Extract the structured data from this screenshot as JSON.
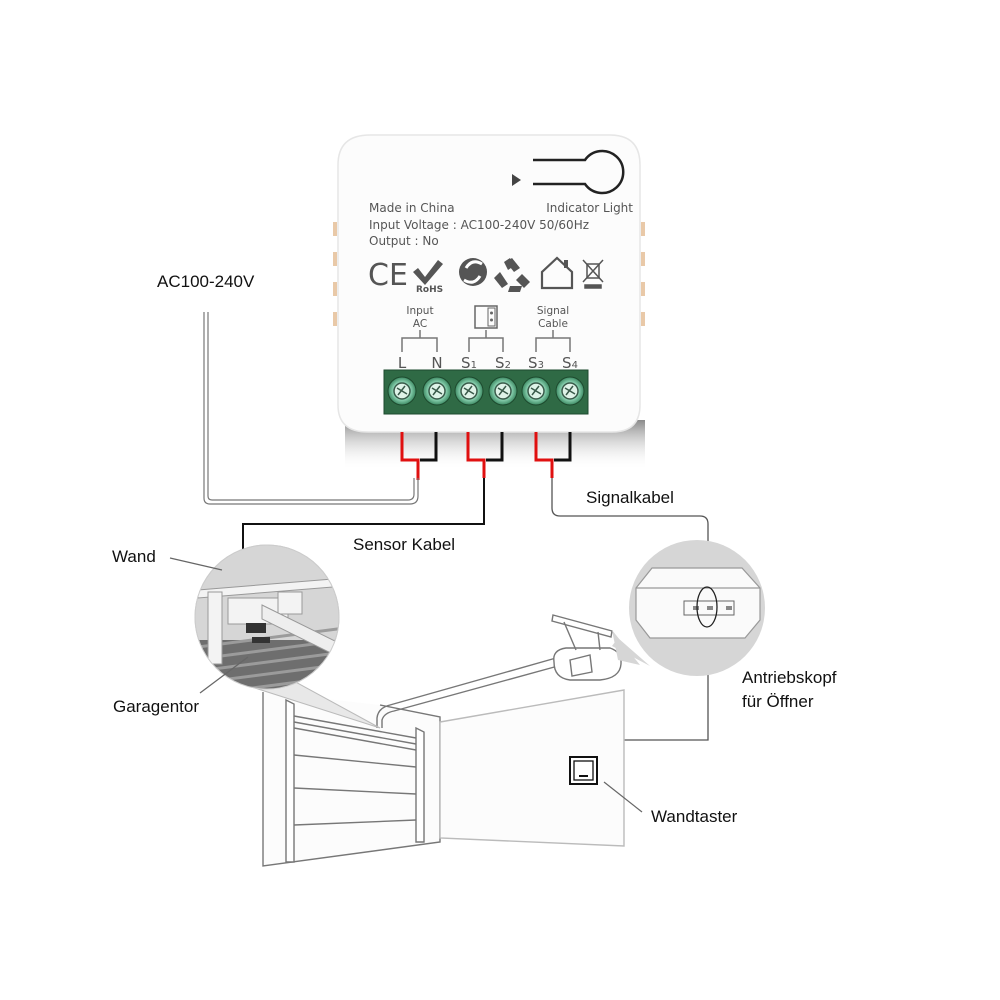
{
  "labels": {
    "ac_input": "AC100-240V",
    "sensor_cable": "Sensor Kabel",
    "signal_cable": "Signalkabel",
    "wall": "Wand",
    "garage_door": "Garagentor",
    "opener_head_line1": "Antriebskopf",
    "opener_head_line2": "für Öffner",
    "wall_switch": "Wandtaster"
  },
  "device": {
    "indicator_label": "Indicator Light",
    "made_in": "Made in China",
    "input_voltage": "Input Voltage : AC100-240V 50/60Hz",
    "output": "Output :  No",
    "certifications": [
      "CE",
      "RoHS",
      "green-dot-icon",
      "recycle-icon",
      "home-icon",
      "weee-bin-icon"
    ],
    "rohs_text": "RoHS",
    "ce_text": "CE",
    "groups": [
      {
        "line1": "Input",
        "line2": "AC"
      },
      {
        "line1": "",
        "line2": ""
      },
      {
        "line1": "Signal",
        "line2": "Cable"
      }
    ],
    "terminals": [
      {
        "main": "L",
        "sub": ""
      },
      {
        "main": "N",
        "sub": ""
      },
      {
        "main": "S",
        "sub": "1"
      },
      {
        "main": "S",
        "sub": "2"
      },
      {
        "main": "S",
        "sub": "3"
      },
      {
        "main": "S",
        "sub": "4"
      }
    ]
  },
  "colors": {
    "terminal_block": "#2f6a45",
    "terminal_screw": "#8fd6b6",
    "wire_red": "#e01010",
    "wire_black": "#111111",
    "callout_gray": "#d4d4d4"
  }
}
